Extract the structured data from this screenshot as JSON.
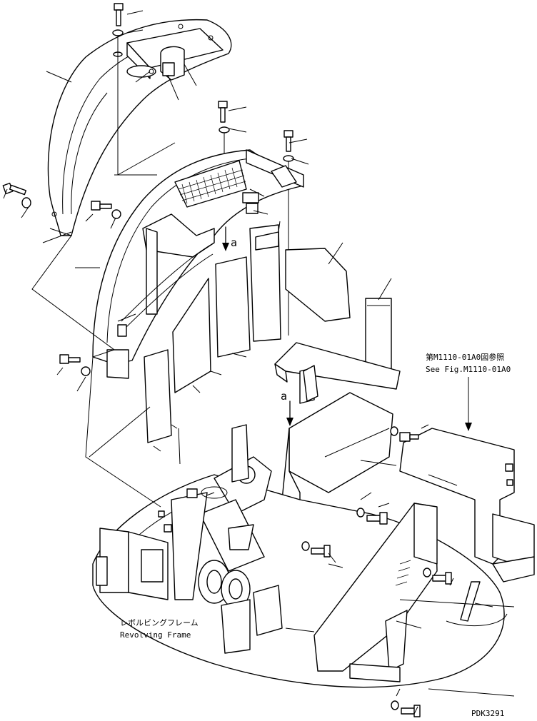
{
  "labels": {
    "ref_jp": "第M1110-01A0図参照",
    "ref_en": "See Fig.M1110-01A0",
    "frame_jp": "レボルビングフレーム",
    "frame_en": "Revolving Frame",
    "view_a": "a",
    "view_a2": "a",
    "drawing_no": "PDK3291"
  },
  "icons": [
    "bolt-icon",
    "washer-icon",
    "direction-arrow-icon"
  ]
}
